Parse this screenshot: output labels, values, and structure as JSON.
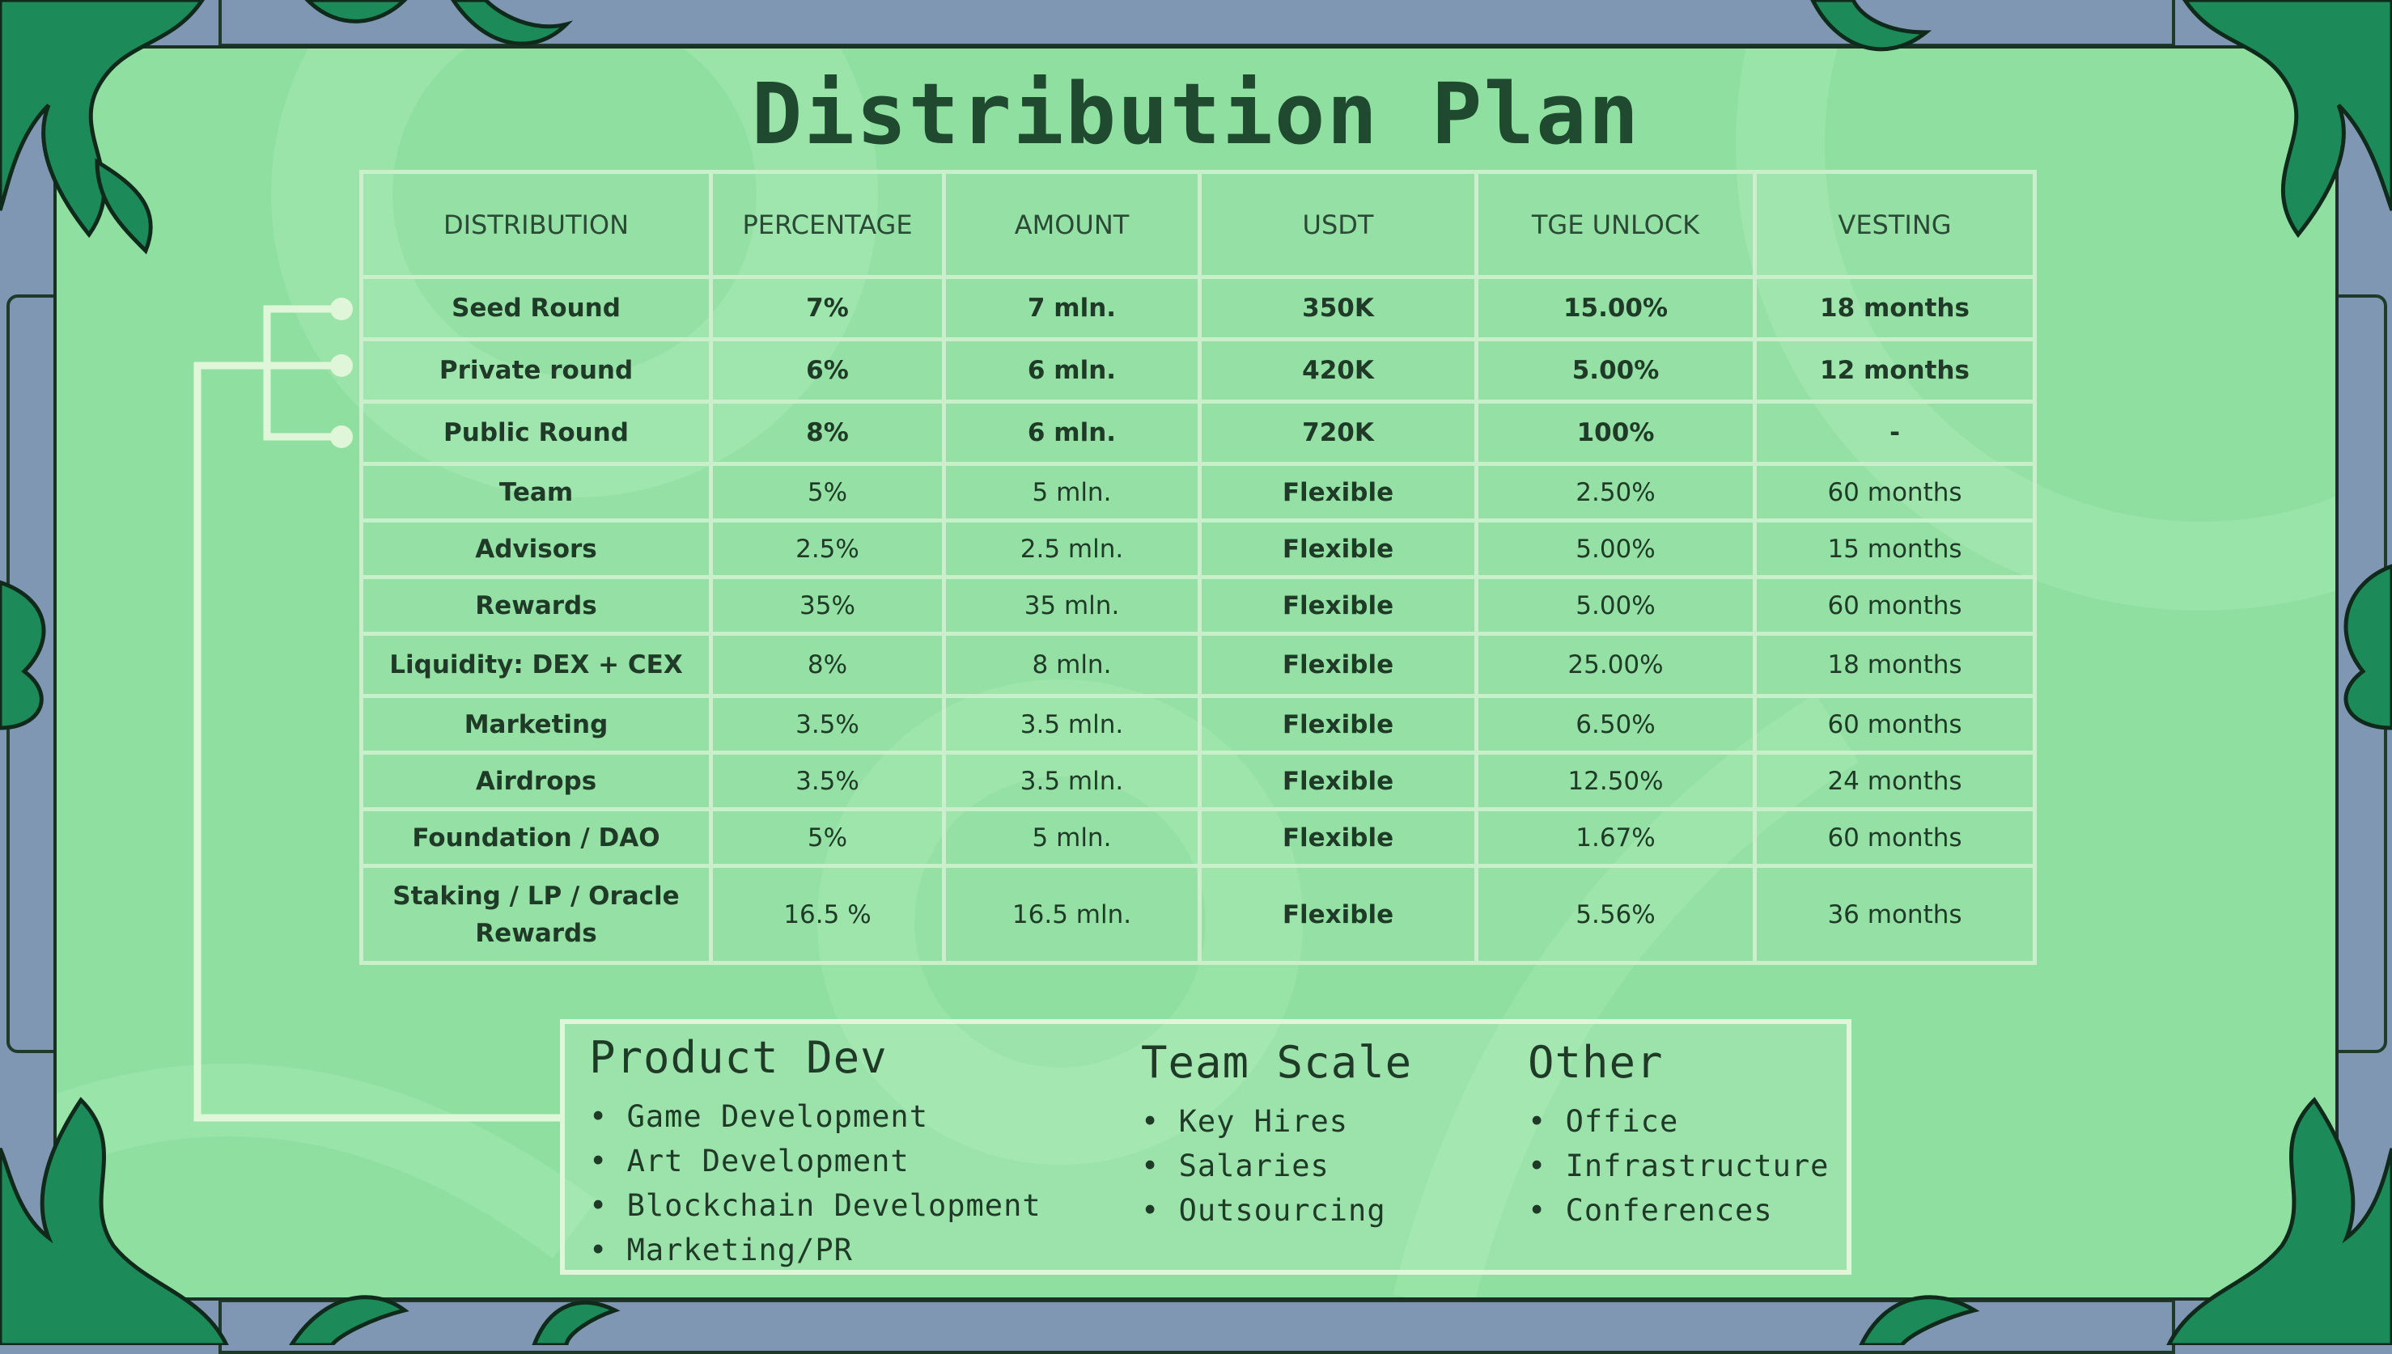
{
  "title": "Distribution Plan",
  "table": {
    "headers": [
      "DISTRIBUTION",
      "PERCENTAGE",
      "AMOUNT",
      "USDT",
      "TGE UNLOCK",
      "VESTING"
    ],
    "rows": [
      [
        "Seed Round",
        "7%",
        "7 mln.",
        "350K",
        "15.00%",
        "18 months"
      ],
      [
        "Private round",
        "6%",
        "6 mln.",
        "420K",
        "5.00%",
        "12 months"
      ],
      [
        "Public Round",
        "8%",
        "6 mln.",
        "720K",
        "100%",
        "-"
      ],
      [
        "Team",
        "5%",
        "5 mln.",
        "Flexible",
        "2.50%",
        "60 months"
      ],
      [
        "Advisors",
        "2.5%",
        "2.5 mln.",
        "Flexible",
        "5.00%",
        "15 months"
      ],
      [
        "Rewards",
        "35%",
        "35 mln.",
        "Flexible",
        "5.00%",
        "60 months"
      ],
      [
        "Liquidity: DEX + CEX",
        "8%",
        "8 mln.",
        "Flexible",
        "25.00%",
        "18 months"
      ],
      [
        "Marketing",
        "3.5%",
        "3.5 mln.",
        "Flexible",
        "6.50%",
        "60 months"
      ],
      [
        "Airdrops",
        "3.5%",
        "3.5 mln.",
        "Flexible",
        "12.50%",
        "24 months"
      ],
      [
        "Foundation / DAO",
        "5%",
        "5 mln.",
        "Flexible",
        "1.67%",
        "60 months"
      ],
      [
        "Staking / LP / Oracle Rewards",
        "16.5 %",
        "16.5 mln.",
        "Flexible",
        "5.56%",
        "36 months"
      ]
    ]
  },
  "use_of_funds": [
    {
      "heading": "Product Dev",
      "items": [
        "Game Development",
        "Art Development",
        "Blockchain Development",
        "Marketing/PR"
      ]
    },
    {
      "heading": "Team Scale",
      "items": [
        "Key Hires",
        "Salaries",
        "Outsourcing"
      ]
    },
    {
      "heading": "Other",
      "items": [
        "Office",
        "Infrastructure",
        "Conferences"
      ]
    }
  ],
  "colors": {
    "background_green": "#8fe0a0",
    "frame_blue": "#7f97b2",
    "vine_green": "#1d8a5a",
    "text_dark": "#1f3a27",
    "line_light": "#dff7d8"
  }
}
